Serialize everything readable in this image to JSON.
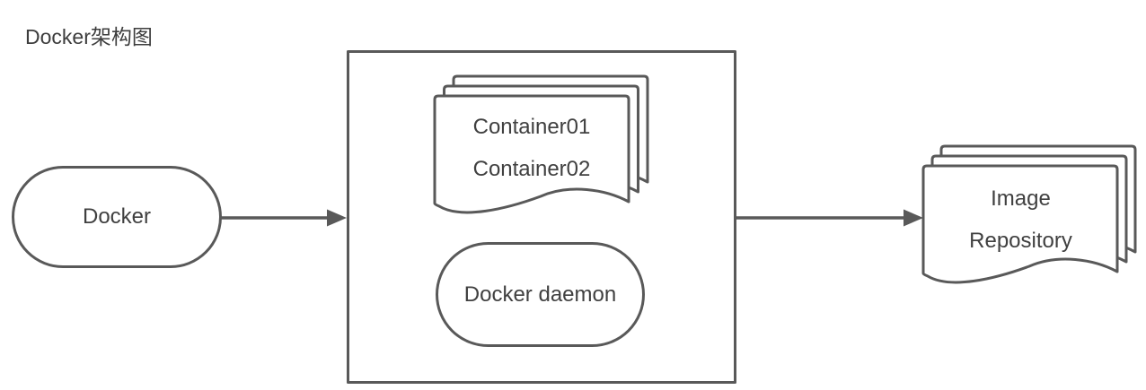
{
  "title": "Docker架构图",
  "colors": {
    "stroke": "#595959",
    "text": "#404040",
    "background": "#ffffff"
  },
  "nodes": {
    "docker": {
      "label": "Docker"
    },
    "host_box": {
      "description": "container rectangle holding containers stack and docker daemon"
    },
    "containers": {
      "line1": "Container01",
      "line2": "Container02"
    },
    "daemon": {
      "label": "Docker daemon"
    },
    "image_repository": {
      "line1": "Image",
      "line2": "Repository"
    }
  },
  "edges": [
    {
      "from": "docker",
      "to": "host_box"
    },
    {
      "from": "host_box",
      "to": "image_repository"
    }
  ]
}
